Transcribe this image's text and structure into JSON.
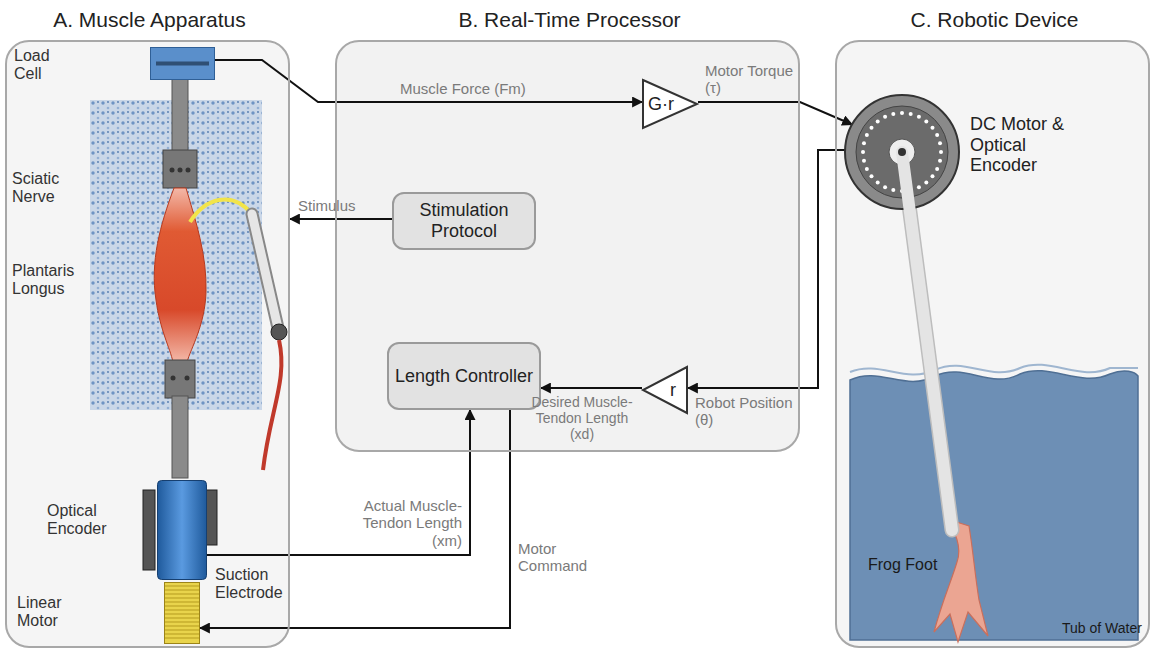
{
  "diagram": {
    "nodes": [
      {
        "text": [
          "A. Muscle Apparatus"
        ]
      },
      {
        "text": [
          "Load Cell"
        ],
        "in": 0
      },
      {
        "text": [
          "Optical Encoder"
        ],
        "in": 0
      },
      {
        "text": [
          "Linear Motor"
        ],
        "in": 0
      },
      {
        "text": [
          "B. Real-Time Processor"
        ]
      },
      {
        "text": [
          "G·r"
        ],
        "in": 4
      },
      {
        "text": [
          "Stimulation Protocol"
        ],
        "in": 4
      },
      {
        "text": [
          "Length Controller"
        ],
        "in": 4
      },
      {
        "text": [
          "r"
        ],
        "in": 4
      },
      {
        "text": [
          "C. Robotic Device"
        ]
      },
      {
        "text": [
          "DC Motor & Optical Encoder"
        ],
        "in": 9
      }
    ],
    "edges": [
      {
        "from": 1,
        "to": 5,
        "arrow": "to",
        "label": "Muscle Force (Fm)"
      },
      {
        "from": 5,
        "to": 10,
        "arrow": "to",
        "label": "Motor Torque (τ)"
      },
      {
        "from": 6,
        "to": 0,
        "arrow": "to",
        "label": "Stimulus"
      },
      {
        "from": 7,
        "to": 3,
        "arrow": "to",
        "label": "Motor Command"
      },
      {
        "from": 2,
        "to": 7,
        "arrow": "to",
        "label": "Actual Muscle-Tendon Length (xm)"
      },
      {
        "from": 10,
        "to": 8,
        "arrow": "to",
        "label": "Robot Position (θ)"
      },
      {
        "from": 8,
        "to": 7,
        "arrow": "to",
        "label": "Desired Muscle-Tendon Length (xd)"
      }
    ],
    "labels": [
      "Sciatic Nerve",
      "Plantaris Longus",
      "Suction Electrode",
      "Frog Foot",
      "Tub of Water"
    ]
  }
}
